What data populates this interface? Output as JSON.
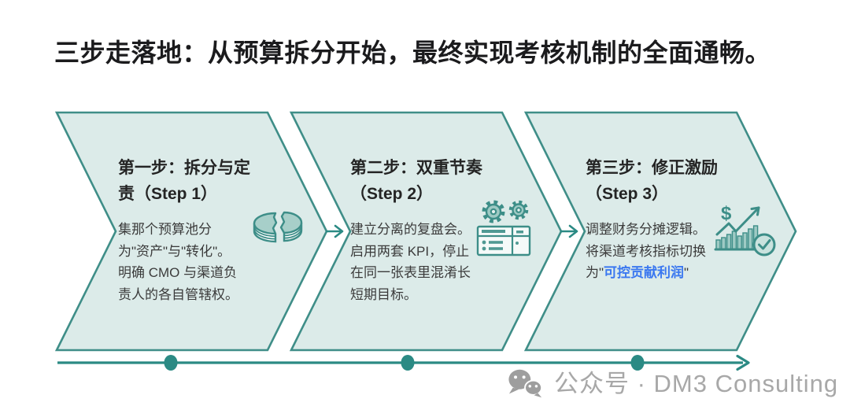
{
  "page_title": "三步走落地：从预算拆分开始，最终实现考核机制的全面通畅。",
  "steps": [
    {
      "title": "第一步：拆分与定\n责（Step 1）",
      "body": "集那个预算池分\n为\"资产\"与\"转化\"。\n明确 CMO 与渠道负\n责人的各自管辖权。",
      "icon": "split-pie-icon"
    },
    {
      "title": "第二步：双重节奏\n（Step 2）",
      "body": "建立分离的复盘会。\n启用两套 KPI，停止\n在同一张表里混淆长\n短期目标。",
      "icon": "gears-dashboard-icon"
    },
    {
      "title": "第三步：修正激励\n（Step 3）",
      "body_prefix": "调整财务分摊逻辑。\n将渠道考核指标切换\n为\"",
      "body_highlight": "可控贡献利润",
      "body_suffix": "\"",
      "icon": "finance-growth-check-icon"
    }
  ],
  "timeline": {
    "milestone_count": 3,
    "direction": "left-to-right"
  },
  "watermark": {
    "label": "公众号 · DM3 Consulting",
    "icon": "wechat-icon"
  },
  "colors": {
    "chevron_fill": "#dcebe9",
    "chevron_stroke": "#3f8e88",
    "accent_teal": "#2b8a84",
    "icon_fill": "#a7cfc9",
    "title_text": "#1b1b1d",
    "body_text": "#3b3b3b",
    "highlight_blue": "#3b78f0",
    "watermark_gray": "#a8a8a8"
  }
}
